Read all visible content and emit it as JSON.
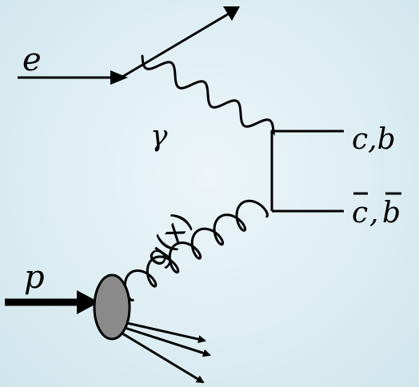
{
  "diagram": {
    "labels": {
      "electron": "e",
      "photon": "γ",
      "quark": "c,b",
      "antiquark_c": "c",
      "antiquark_sep": ",",
      "antiquark_b": "b",
      "proton": "p",
      "gluon": "g(x)"
    }
  }
}
